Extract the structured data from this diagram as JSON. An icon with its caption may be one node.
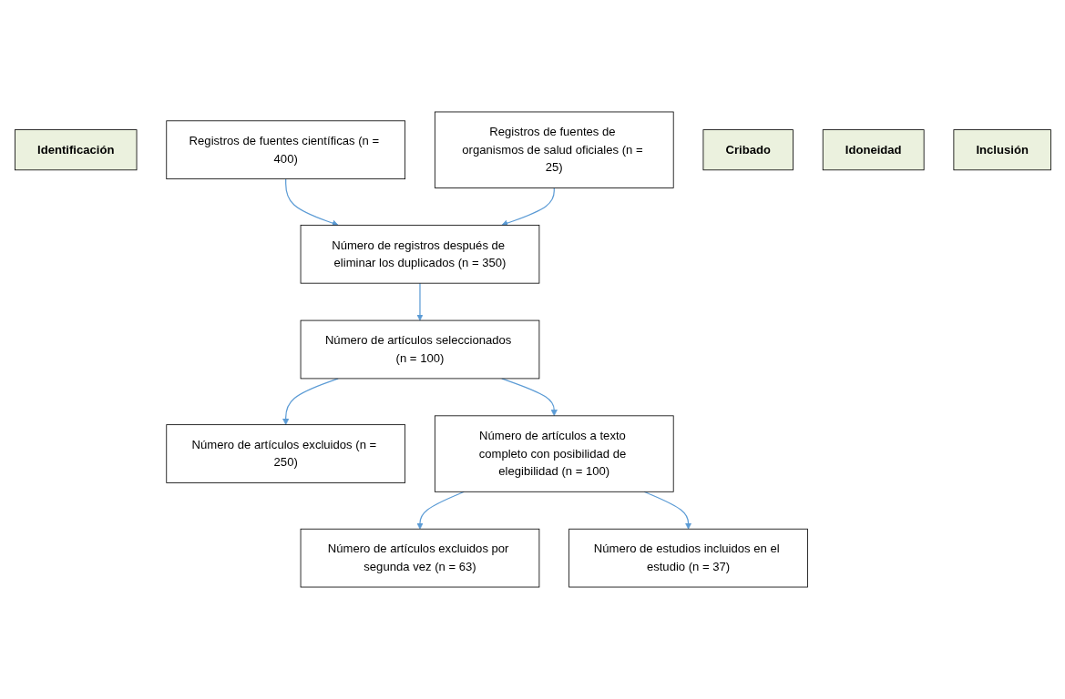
{
  "diagram": {
    "nodes": [
      {
        "text": [
          "Identificación"
        ]
      },
      {
        "text": [
          "Registros de fuentes científicas (n = 400)"
        ]
      },
      {
        "text": [
          "Registros de fuentes de organismos de salud oficiales (n = 25)"
        ]
      },
      {
        "text": [
          "Cribado"
        ]
      },
      {
        "text": [
          "Número de registros después de eliminar los duplicados (n = 350)"
        ]
      },
      {
        "text": [
          "Número de artículos seleccionados (n = 100)"
        ]
      },
      {
        "text": [
          "Número de artículos excluidos (n = 250)"
        ]
      },
      {
        "text": [
          "Idoneidad"
        ]
      },
      {
        "text": [
          "Número de artículos a texto completo con posibilidad de elegibilidad (n = 100)"
        ]
      },
      {
        "text": [
          "Número de artículos excluidos por segunda vez (n = 63)"
        ]
      },
      {
        "text": [
          "Inclusión"
        ]
      },
      {
        "text": [
          "Número de estudios incluidos en el estudio (n = 37)"
        ]
      }
    ],
    "edges": [
      {
        "from": 1,
        "to": 4,
        "arrow": "to"
      },
      {
        "from": 2,
        "to": 4,
        "arrow": "to"
      },
      {
        "from": 4,
        "to": 5,
        "arrow": "to"
      },
      {
        "from": 5,
        "to": 6,
        "arrow": "to"
      },
      {
        "from": 5,
        "to": 8,
        "arrow": "to"
      },
      {
        "from": 8,
        "to": 9,
        "arrow": "to"
      },
      {
        "from": 8,
        "to": 11,
        "arrow": "to"
      }
    ]
  }
}
